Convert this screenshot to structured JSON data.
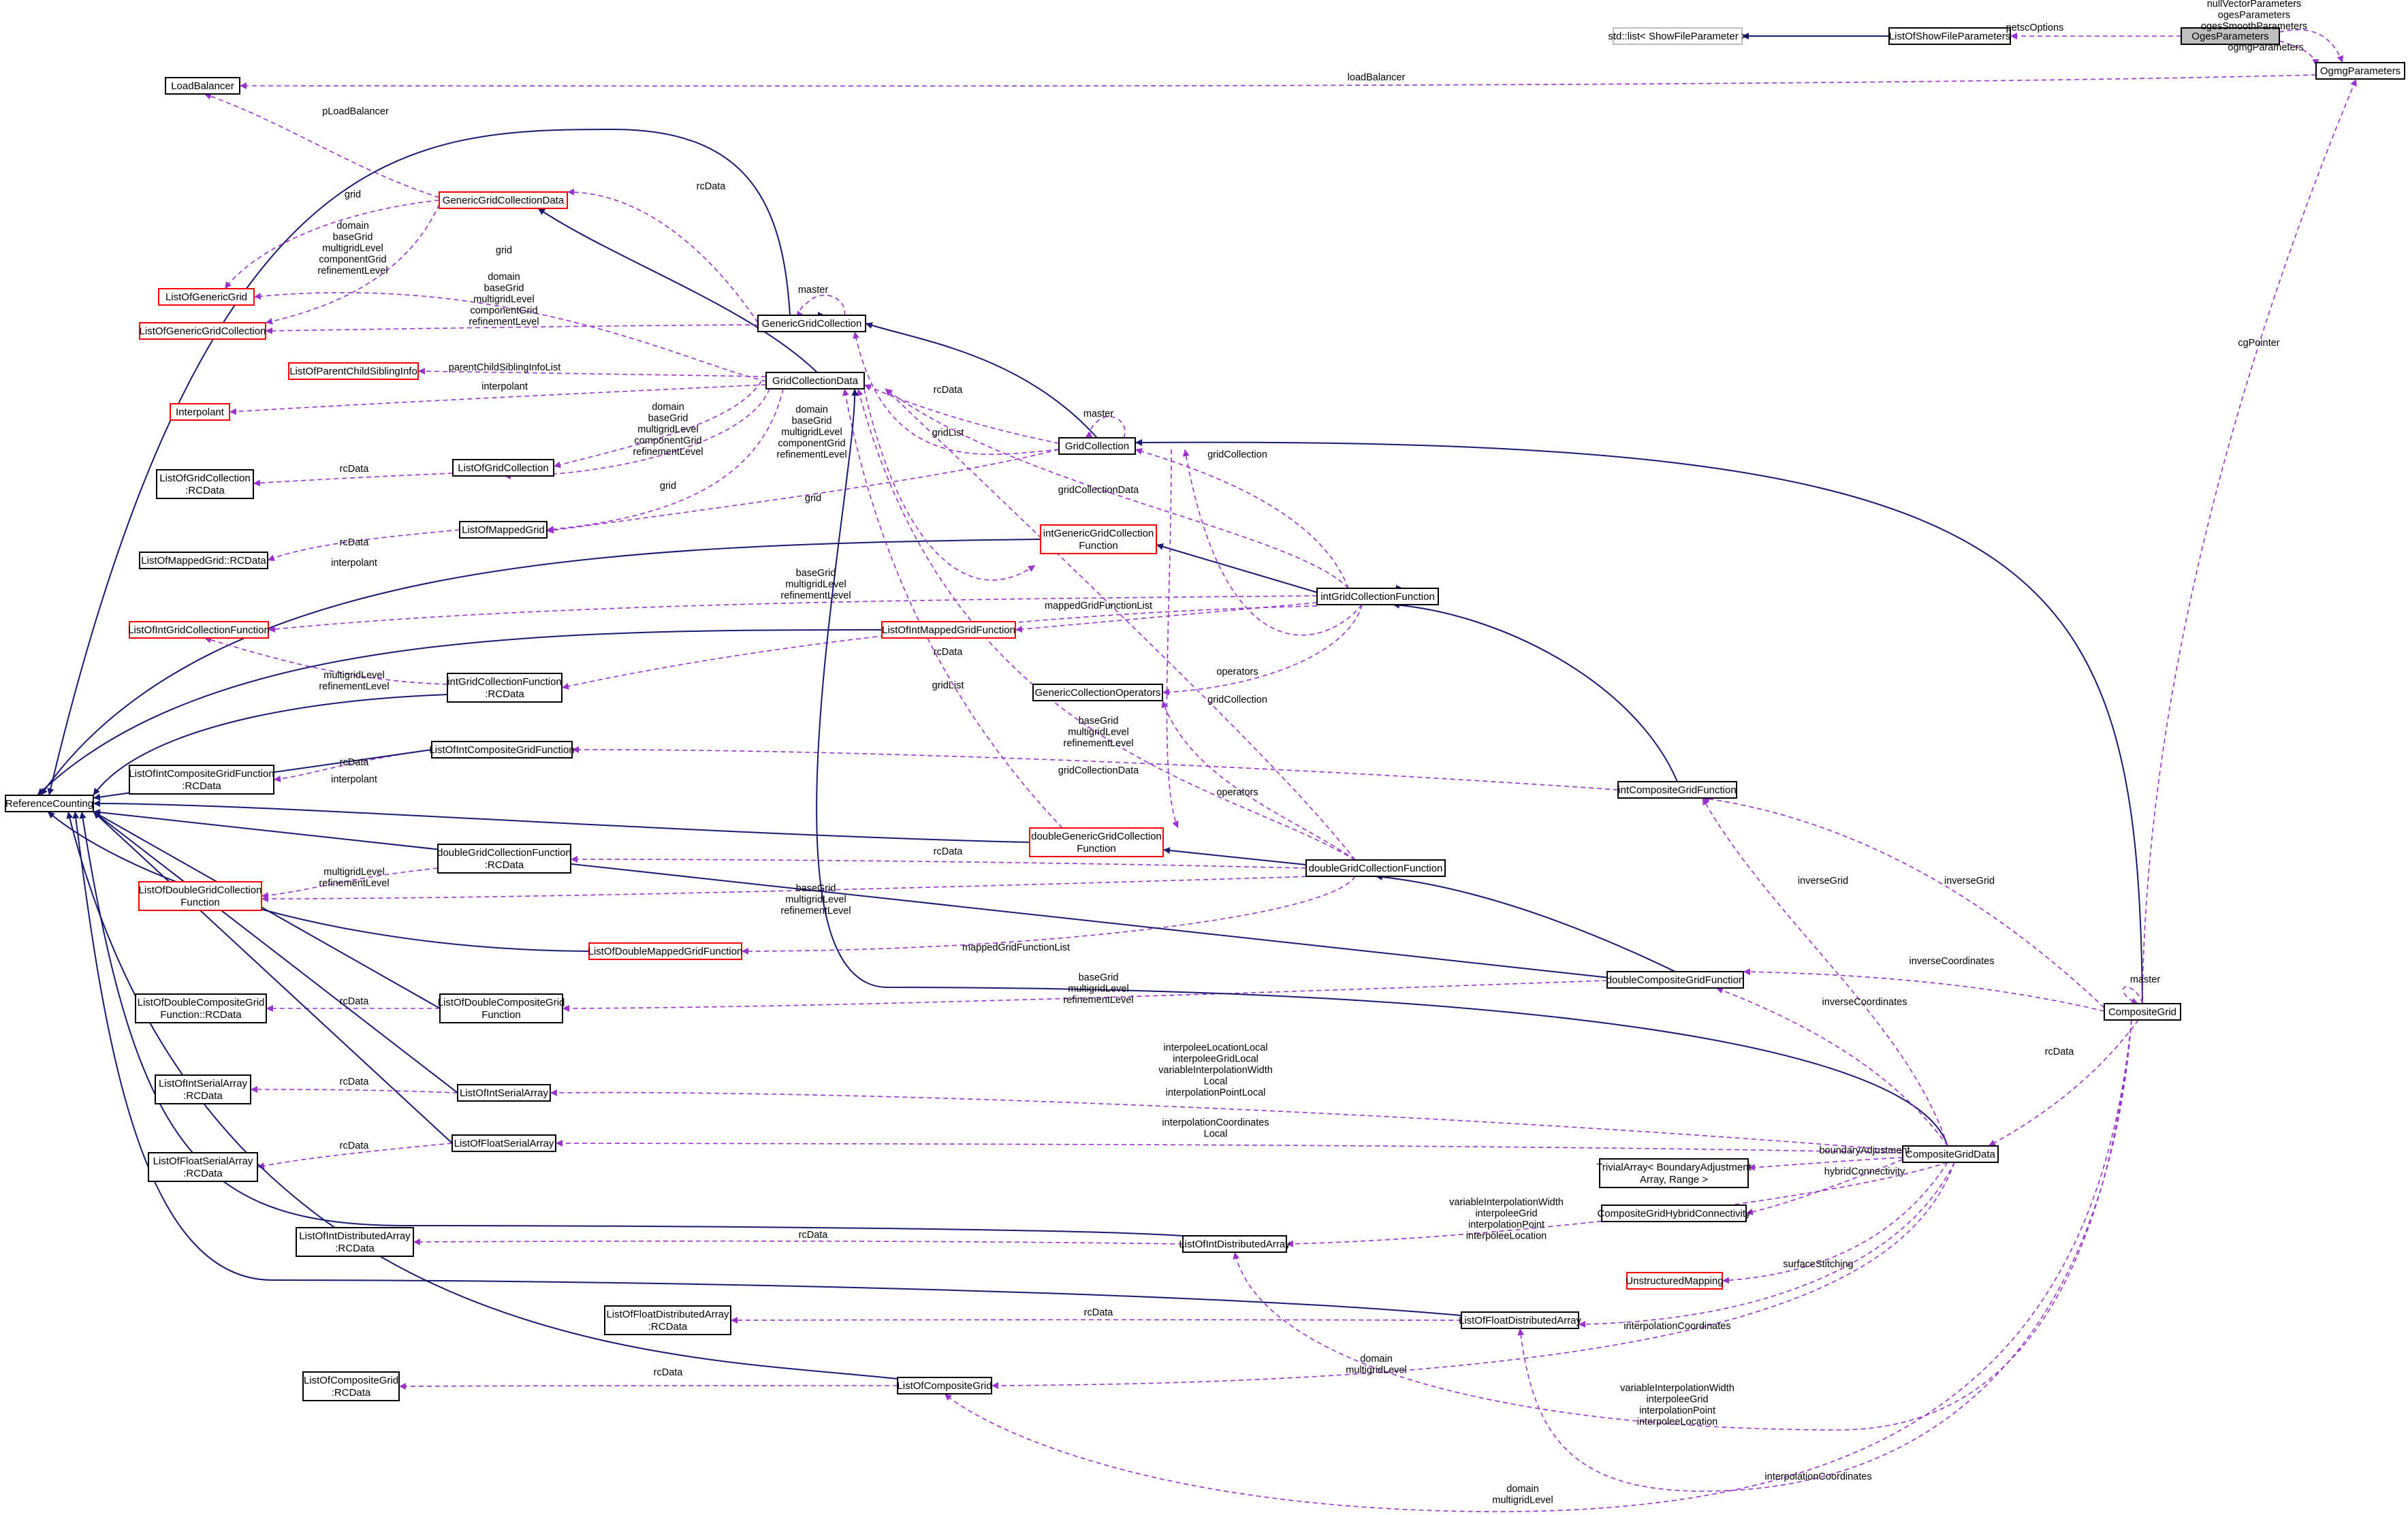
{
  "colors": {
    "inheritance": "#191970",
    "usage": "#9a32cd",
    "node_border": "#000000",
    "node_border_red": "#ff0000",
    "node_border_gray": "#bfbfbf",
    "highlight_fill": "#bfbfbf"
  },
  "nodes": [
    {
      "id": "stdlist",
      "lines": [
        "std::list< ShowFileParameter >"
      ],
      "style": "gray"
    },
    {
      "id": "losfp",
      "lines": [
        "ListOfShowFileParameters"
      ],
      "style": "black"
    },
    {
      "id": "ogesp",
      "lines": [
        "OgesParameters"
      ],
      "style": "highlight"
    },
    {
      "id": "ogmgp",
      "lines": [
        "OgmgParameters"
      ],
      "style": "black"
    },
    {
      "id": "lb",
      "lines": [
        "LoadBalancer"
      ],
      "style": "black"
    },
    {
      "id": "ggcd",
      "lines": [
        "GenericGridCollectionData"
      ],
      "style": "red"
    },
    {
      "id": "logg",
      "lines": [
        "ListOfGenericGrid"
      ],
      "style": "red"
    },
    {
      "id": "loggc",
      "lines": [
        "ListOfGenericGridCollection"
      ],
      "style": "red"
    },
    {
      "id": "ggc",
      "lines": [
        "GenericGridCollection"
      ],
      "style": "black"
    },
    {
      "id": "lopcsi",
      "lines": [
        "ListOfParentChildSiblingInfo"
      ],
      "style": "red"
    },
    {
      "id": "gcd",
      "lines": [
        "GridCollectionData"
      ],
      "style": "black"
    },
    {
      "id": "interp",
      "lines": [
        "Interpolant"
      ],
      "style": "red"
    },
    {
      "id": "gc",
      "lines": [
        "GridCollection"
      ],
      "style": "black"
    },
    {
      "id": "logc",
      "lines": [
        "ListOfGridCollection"
      ],
      "style": "black"
    },
    {
      "id": "logcrc",
      "lines": [
        "ListOfGridCollection",
        ":RCData"
      ],
      "style": "black"
    },
    {
      "id": "lomg",
      "lines": [
        "ListOfMappedGrid"
      ],
      "style": "black"
    },
    {
      "id": "lomgrc",
      "lines": [
        "ListOfMappedGrid::RCData"
      ],
      "style": "black"
    },
    {
      "id": "iggcf",
      "lines": [
        "intGenericGridCollection",
        "Function"
      ],
      "style": "red"
    },
    {
      "id": "loigcf",
      "lines": [
        "ListOfIntGridCollectionFunction"
      ],
      "style": "red"
    },
    {
      "id": "loimgf",
      "lines": [
        "ListOfIntMappedGridFunction"
      ],
      "style": "red"
    },
    {
      "id": "igcf",
      "lines": [
        "intGridCollectionFunction"
      ],
      "style": "black"
    },
    {
      "id": "igcfrc",
      "lines": [
        "intGridCollectionFunction",
        ":RCData"
      ],
      "style": "black"
    },
    {
      "id": "gco",
      "lines": [
        "GenericCollectionOperators"
      ],
      "style": "black"
    },
    {
      "id": "rc",
      "lines": [
        "ReferenceCounting"
      ],
      "style": "black"
    },
    {
      "id": "loicgf",
      "lines": [
        "ListOfIntCompositeGridFunction"
      ],
      "style": "black"
    },
    {
      "id": "loicgfrc",
      "lines": [
        "ListOfIntCompositeGridFunction",
        ":RCData"
      ],
      "style": "black"
    },
    {
      "id": "icgf",
      "lines": [
        "intCompositeGridFunction"
      ],
      "style": "black"
    },
    {
      "id": "dgcfrc",
      "lines": [
        "doubleGridCollectionFunction",
        ":RCData"
      ],
      "style": "black"
    },
    {
      "id": "dggcf",
      "lines": [
        "doubleGenericGridCollection",
        "Function"
      ],
      "style": "red"
    },
    {
      "id": "dgcf",
      "lines": [
        "doubleGridCollectionFunction"
      ],
      "style": "black"
    },
    {
      "id": "lodgcf",
      "lines": [
        "ListOfDoubleGridCollection",
        "Function"
      ],
      "style": "red"
    },
    {
      "id": "lodmgf",
      "lines": [
        "ListOfDoubleMappedGridFunction"
      ],
      "style": "red"
    },
    {
      "id": "lodcgfrc",
      "lines": [
        "ListOfDoubleCompositeGrid",
        "Function::RCData"
      ],
      "style": "black"
    },
    {
      "id": "lodcgf",
      "lines": [
        "ListOfDoubleCompositeGrid",
        "Function"
      ],
      "style": "black"
    },
    {
      "id": "dcgf",
      "lines": [
        "doubleCompositeGridFunction"
      ],
      "style": "black"
    },
    {
      "id": "cg",
      "lines": [
        "CompositeGrid"
      ],
      "style": "black"
    },
    {
      "id": "loisarc",
      "lines": [
        "ListOfIntSerialArray",
        ":RCData"
      ],
      "style": "black"
    },
    {
      "id": "loisa",
      "lines": [
        "ListOfIntSerialArray"
      ],
      "style": "black"
    },
    {
      "id": "lofsa",
      "lines": [
        "ListOfFloatSerialArray"
      ],
      "style": "black"
    },
    {
      "id": "lofsarc",
      "lines": [
        "ListOfFloatSerialArray",
        ":RCData"
      ],
      "style": "black"
    },
    {
      "id": "cgd",
      "lines": [
        "CompositeGridData"
      ],
      "style": "black"
    },
    {
      "id": "ta",
      "lines": [
        "TrivialArray< BoundaryAdjustment",
        "Array, Range >"
      ],
      "style": "black"
    },
    {
      "id": "cghc",
      "lines": [
        "CompositeGridHybridConnectivity"
      ],
      "style": "black"
    },
    {
      "id": "loidarc",
      "lines": [
        "ListOfIntDistributedArray",
        ":RCData"
      ],
      "style": "black"
    },
    {
      "id": "loida",
      "lines": [
        "ListOfIntDistributedArray"
      ],
      "style": "black"
    },
    {
      "id": "um",
      "lines": [
        "UnstructuredMapping"
      ],
      "style": "red"
    },
    {
      "id": "lofdarc",
      "lines": [
        "ListOfFloatDistributedArray",
        ":RCData"
      ],
      "style": "black"
    },
    {
      "id": "lofda",
      "lines": [
        "ListOfFloatDistributedArray"
      ],
      "style": "black"
    },
    {
      "id": "locgrc",
      "lines": [
        "ListOfCompositeGrid",
        ":RCData"
      ],
      "style": "black"
    },
    {
      "id": "locg",
      "lines": [
        "ListOfCompositeGrid"
      ],
      "style": "black"
    }
  ],
  "edge_labels": [
    {
      "id": "l-petsc",
      "lines": [
        "petscOptions"
      ]
    },
    {
      "id": "l-nullvec",
      "lines": [
        "nullVectorParameters",
        "ogesParameters",
        "ogesSmoothParameters"
      ]
    },
    {
      "id": "l-ogmgp",
      "lines": [
        "ogmgParameters"
      ]
    },
    {
      "id": "l-loadbal",
      "lines": [
        "loadBalancer"
      ]
    },
    {
      "id": "l-ploadbal",
      "lines": [
        "pLoadBalancer"
      ]
    },
    {
      "id": "l-rcdata-ggcd",
      "lines": [
        "rcData"
      ]
    },
    {
      "id": "l-grid1",
      "lines": [
        "grid"
      ]
    },
    {
      "id": "l-dom1",
      "lines": [
        "domain",
        "baseGrid",
        "multigridLevel",
        "componentGrid",
        "refinementLevel"
      ]
    },
    {
      "id": "l-grid2",
      "lines": [
        "grid"
      ]
    },
    {
      "id": "l-dom2",
      "lines": [
        "domain",
        "baseGrid",
        "multigridLevel",
        "componentGrid",
        "refinementLevel"
      ]
    },
    {
      "id": "l-master1",
      "lines": [
        "master"
      ]
    },
    {
      "id": "l-pcsil",
      "lines": [
        "parentChildSiblingInfoList"
      ]
    },
    {
      "id": "l-interp1",
      "lines": [
        "interpolant"
      ]
    },
    {
      "id": "l-dom3",
      "lines": [
        "domain",
        "baseGrid",
        "multigridLevel",
        "componentGrid",
        "refinementLevel"
      ]
    },
    {
      "id": "l-dom4",
      "lines": [
        "domain",
        "baseGrid",
        "multigridLevel",
        "componentGrid",
        "refinementLevel"
      ]
    },
    {
      "id": "l-rcdata-gc",
      "lines": [
        "rcData"
      ]
    },
    {
      "id": "l-master2",
      "lines": [
        "master"
      ]
    },
    {
      "id": "l-gridlist1",
      "lines": [
        "gridList"
      ]
    },
    {
      "id": "l-rcdata-logc",
      "lines": [
        "rcData"
      ]
    },
    {
      "id": "l-grid3",
      "lines": [
        "grid"
      ]
    },
    {
      "id": "l-grid4",
      "lines": [
        "grid"
      ]
    },
    {
      "id": "l-gcoll1",
      "lines": [
        "gridCollection"
      ]
    },
    {
      "id": "l-gcd1",
      "lines": [
        "gridCollectionData"
      ]
    },
    {
      "id": "l-rcdata-lomg",
      "lines": [
        "rcData"
      ]
    },
    {
      "id": "l-interp2",
      "lines": [
        "interpolant"
      ]
    },
    {
      "id": "l-bg1",
      "lines": [
        "baseGrid",
        "multigridLevel",
        "refinementLevel"
      ]
    },
    {
      "id": "l-mgfl1",
      "lines": [
        "mappedGridFunctionList"
      ]
    },
    {
      "id": "l-rcdata-igcf",
      "lines": [
        "rcData"
      ]
    },
    {
      "id": "l-mg1",
      "lines": [
        "multigridLevel",
        "refinementLevel"
      ]
    },
    {
      "id": "l-operators1",
      "lines": [
        "operators"
      ]
    },
    {
      "id": "l-gcoll2",
      "lines": [
        "gridCollection"
      ]
    },
    {
      "id": "l-gridlist2",
      "lines": [
        "gridList"
      ]
    },
    {
      "id": "l-bg2",
      "lines": [
        "baseGrid",
        "multigridLevel",
        "refinementLevel"
      ]
    },
    {
      "id": "l-rcdata-loicgf",
      "lines": [
        "rcData"
      ]
    },
    {
      "id": "l-interp3",
      "lines": [
        "interpolant"
      ]
    },
    {
      "id": "l-gcd2",
      "lines": [
        "gridCollectionData"
      ]
    },
    {
      "id": "l-operators2",
      "lines": [
        "operators"
      ]
    },
    {
      "id": "l-rcdata-dgcf",
      "lines": [
        "rcData"
      ]
    },
    {
      "id": "l-mg2",
      "lines": [
        "multigridLevel",
        "refinementLevel"
      ]
    },
    {
      "id": "l-bg3",
      "lines": [
        "baseGrid",
        "multigridLevel",
        "refinementLevel"
      ]
    },
    {
      "id": "l-mgfl2",
      "lines": [
        "mappedGridFunctionList"
      ]
    },
    {
      "id": "l-invgrid1",
      "lines": [
        "inverseGrid"
      ]
    },
    {
      "id": "l-invgrid2",
      "lines": [
        "inverseGrid"
      ]
    },
    {
      "id": "l-cgpointer",
      "lines": [
        "cgPointer"
      ]
    },
    {
      "id": "l-invcoord1",
      "lines": [
        "inverseCoordinates"
      ]
    },
    {
      "id": "l-master3",
      "lines": [
        "master"
      ]
    },
    {
      "id": "l-rcdata-lodcgf",
      "lines": [
        "rcData"
      ]
    },
    {
      "id": "l-bg4",
      "lines": [
        "baseGrid",
        "multigridLevel",
        "refinementLevel"
      ]
    },
    {
      "id": "l-invcoord2",
      "lines": [
        "inverseCoordinates"
      ]
    },
    {
      "id": "l-rcdata-cg",
      "lines": [
        "rcData"
      ]
    },
    {
      "id": "l-ill",
      "lines": [
        "interpoleeLocationLocal",
        "interpoleeGridLocal",
        "variableInterpolationWidth",
        "Local",
        "interpolationPointLocal"
      ]
    },
    {
      "id": "l-rcdata-loisa",
      "lines": [
        "rcData"
      ]
    },
    {
      "id": "l-icl",
      "lines": [
        "interpolationCoordinates",
        "Local"
      ]
    },
    {
      "id": "l-rcdata-lofsa",
      "lines": [
        "rcData"
      ]
    },
    {
      "id": "l-badj",
      "lines": [
        "boundaryAdjustment"
      ]
    },
    {
      "id": "l-hybrid",
      "lines": [
        "hybridConnectivity"
      ]
    },
    {
      "id": "l-viw1",
      "lines": [
        "variableInterpolationWidth",
        "interpoleeGrid",
        "interpolationPoint",
        "interpoleeLocation"
      ]
    },
    {
      "id": "l-rcdata-loida",
      "lines": [
        "rcData"
      ]
    },
    {
      "id": "l-surf",
      "lines": [
        "surfaceStitching"
      ]
    },
    {
      "id": "l-rcdata-lofda",
      "lines": [
        "rcData"
      ]
    },
    {
      "id": "l-ic1",
      "lines": [
        "interpolationCoordinates"
      ]
    },
    {
      "id": "l-dom5",
      "lines": [
        "domain",
        "multigridLevel"
      ]
    },
    {
      "id": "l-rcdata-locg",
      "lines": [
        "rcData"
      ]
    },
    {
      "id": "l-viw2",
      "lines": [
        "variableInterpolationWidth",
        "interpoleeGrid",
        "interpolationPoint",
        "interpoleeLocation"
      ]
    },
    {
      "id": "l-ic2",
      "lines": [
        "interpolationCoordinates"
      ]
    },
    {
      "id": "l-dom6",
      "lines": [
        "domain",
        "multigridLevel"
      ]
    }
  ]
}
